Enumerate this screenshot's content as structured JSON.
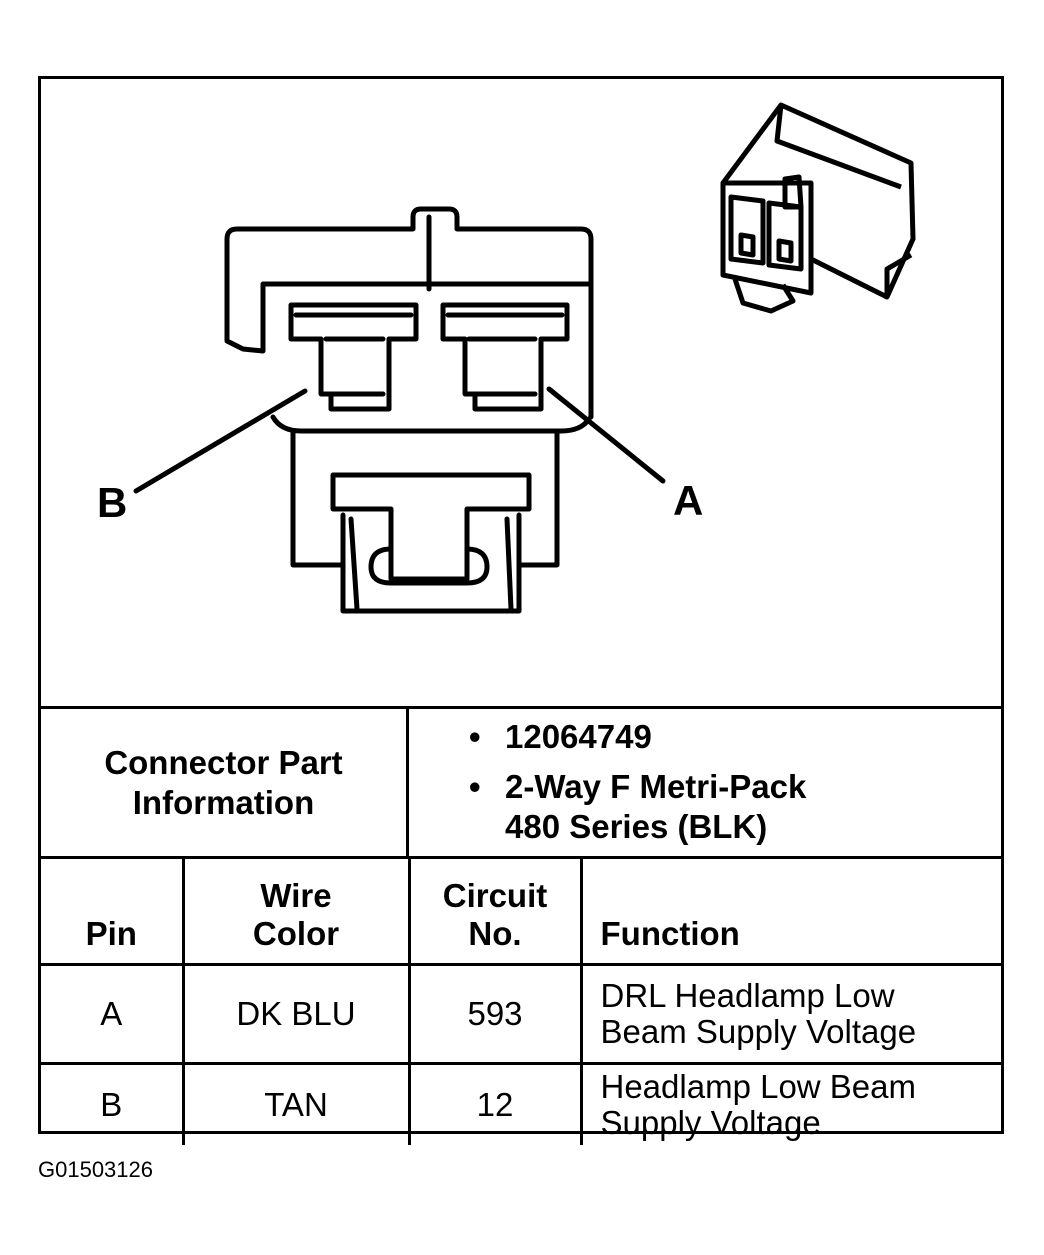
{
  "diagram": {
    "pin_label_b": "B",
    "pin_label_a": "A"
  },
  "connector_info": {
    "label_line1": "Connector Part",
    "label_line2": "Information",
    "part_number": "12064749",
    "description_line1": "2-Way F Metri-Pack",
    "description_line2": "480 Series (BLK)",
    "bullet": "•"
  },
  "table": {
    "headers": {
      "pin": "Pin",
      "wire_color_line1": "Wire",
      "wire_color_line2": "Color",
      "circuit_line1": "Circuit",
      "circuit_line2": "No.",
      "function": "Function"
    },
    "rows": [
      {
        "pin": "A",
        "wire_color": "DK BLU",
        "circuit": "593",
        "function_line1": "DRL Headlamp Low",
        "function_line2": "Beam Supply Voltage"
      },
      {
        "pin": "B",
        "wire_color": "TAN",
        "circuit": "12",
        "function_line1": "Headlamp Low Beam",
        "function_line2": "Supply Voltage"
      }
    ]
  },
  "reference_code": "G01503126"
}
